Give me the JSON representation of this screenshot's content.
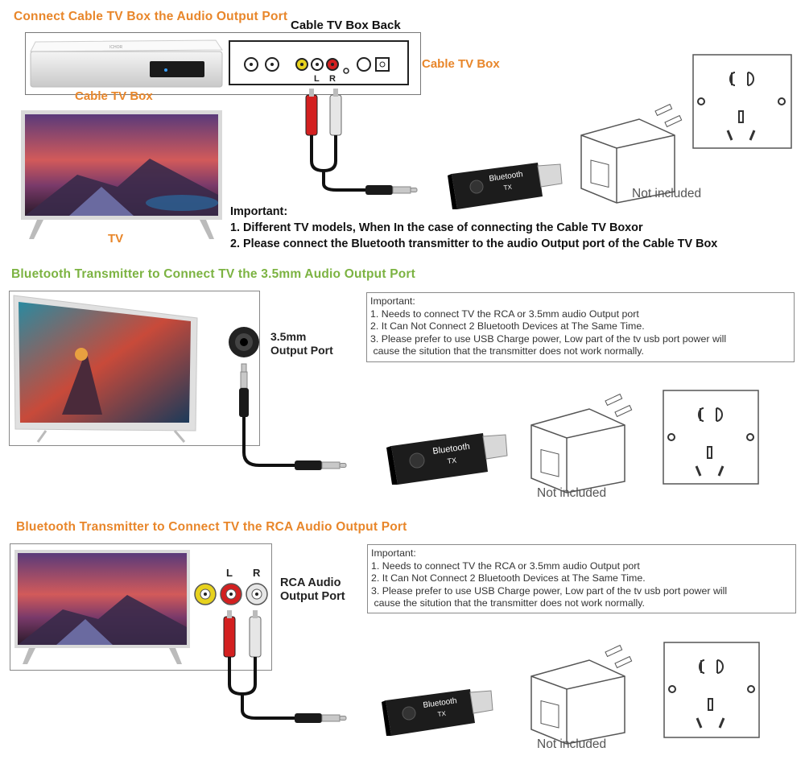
{
  "section1": {
    "title": "Connect Cable TV Box the Audio Output Port",
    "box_back_label": "Cable TV Box Back",
    "box_label_right": "Cable TV Box",
    "box_label_under": "Cable TV Box",
    "box_brand": "ICHOR",
    "tv_label": "TV",
    "port_labels": [
      "L",
      "R"
    ],
    "not_included": "Not included",
    "important": {
      "heading": "Important:",
      "lines": [
        "1. Different TV models, When In the case of connecting the Cable TV Boxor",
        "2. Please connect the Bluetooth transmitter to the audio Output port of the Cable TV Box"
      ]
    }
  },
  "section2": {
    "title": "Bluetooth Transmitter to Connect TV the 3.5mm Audio Output Port",
    "port_label_lines": [
      "3.5mm",
      "Output Port"
    ],
    "not_included": "Not included",
    "note": {
      "heading": "Important:",
      "lines": [
        "1. Needs to connect TV the RCA or 3.5mm audio Output port",
        "2. It Can Not Connect 2 Bluetooth Devices at The Same Time.",
        "3. Please prefer to use USB Charge power, Low part of the tv usb port power will",
        " cause the sitution that the transmitter does not work normally."
      ]
    }
  },
  "section3": {
    "title": "Bluetooth Transmitter to Connect TV the RCA Audio Output Port",
    "port_label_lines": [
      "RCA Audio",
      "Output Port"
    ],
    "rca_letters": [
      "L",
      "R"
    ],
    "not_included": "Not included",
    "note": {
      "heading": "Important:",
      "lines": [
        "1. Needs to connect TV the RCA or 3.5mm audio Output port",
        "2. It Can Not Connect 2 Bluetooth Devices at The Same Time.",
        "3. Please prefer to use USB Charge power, Low part of the tv usb port power will",
        " cause the sitution that the transmitter does not work normally."
      ]
    }
  },
  "device": {
    "brand_text": "Bluetooth",
    "model_text": "TX",
    "body_color": "#1c1c1c"
  },
  "colors": {
    "orange_heading": "#e8862a",
    "green_heading": "#7cb342",
    "rca_red": "#d32020",
    "rca_white": "#e6e6e6",
    "rca_yellow": "#e7d21e"
  }
}
